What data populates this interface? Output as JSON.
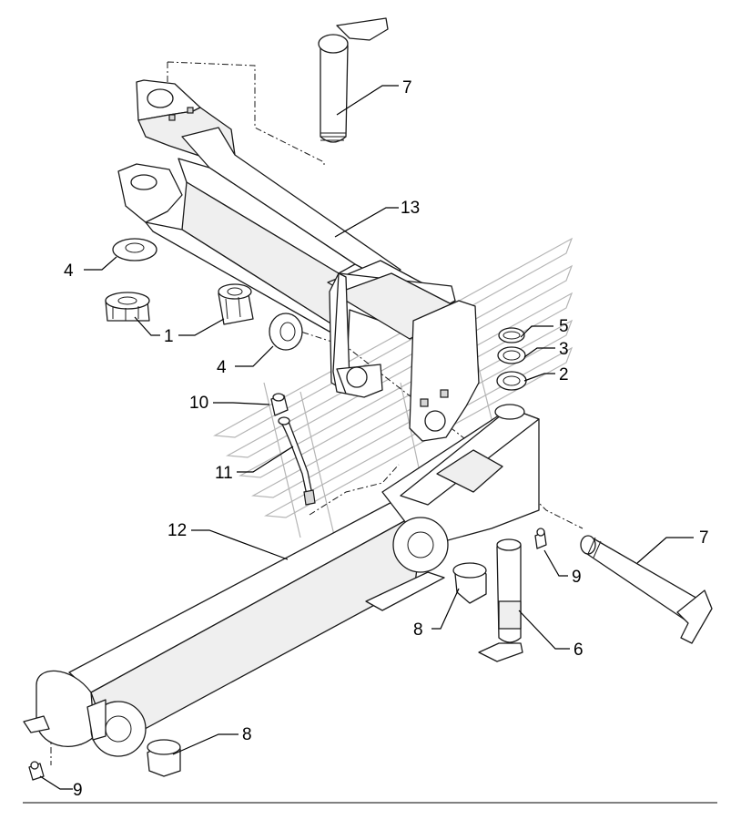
{
  "callouts": [
    {
      "id": "c7a",
      "label": "7"
    },
    {
      "id": "c13",
      "label": "13"
    },
    {
      "id": "c4a",
      "label": "4"
    },
    {
      "id": "c1",
      "label": "1"
    },
    {
      "id": "c4b",
      "label": "4"
    },
    {
      "id": "c5",
      "label": "5"
    },
    {
      "id": "c3",
      "label": "3"
    },
    {
      "id": "c2",
      "label": "2"
    },
    {
      "id": "c10",
      "label": "10"
    },
    {
      "id": "c11",
      "label": "11"
    },
    {
      "id": "c12",
      "label": "12"
    },
    {
      "id": "c7b",
      "label": "7"
    },
    {
      "id": "c9a",
      "label": "9"
    },
    {
      "id": "c8a",
      "label": "8"
    },
    {
      "id": "c6",
      "label": "6"
    },
    {
      "id": "c8b",
      "label": "8"
    },
    {
      "id": "c9b",
      "label": "9"
    }
  ],
  "colors": {
    "ink": "#1a1a1a",
    "watermark": "#b5b5b5",
    "background": "#ffffff"
  }
}
